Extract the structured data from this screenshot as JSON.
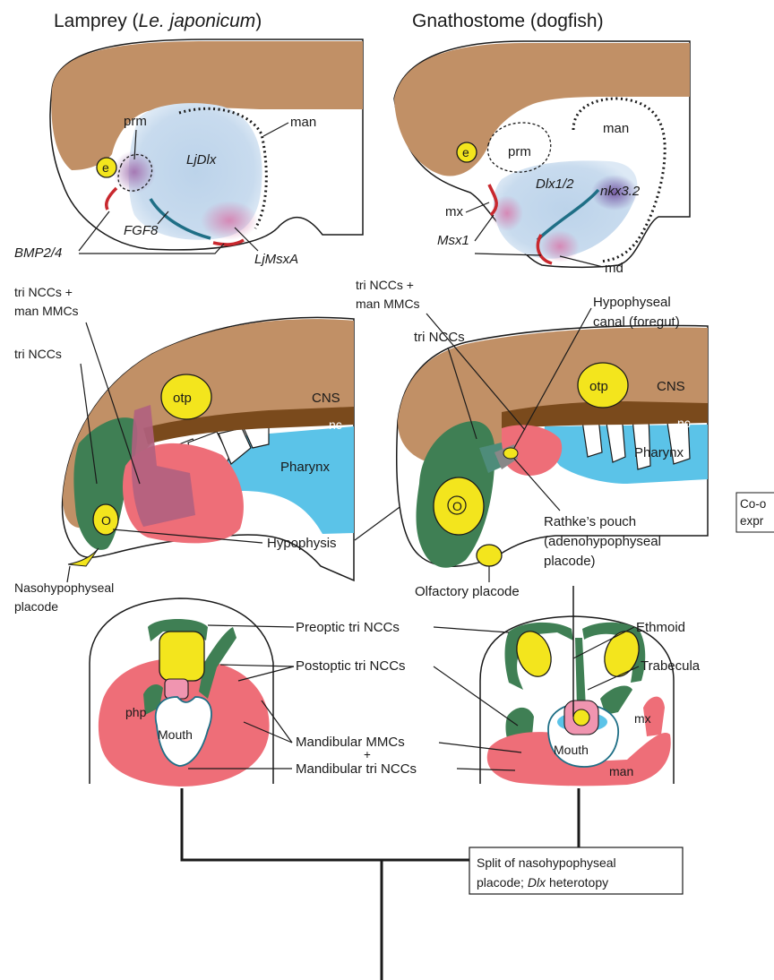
{
  "titles": {
    "left": "Lamprey (Le. japonicum)",
    "left_pre": "Lamprey (",
    "left_species": "Le. japonicum",
    "left_post": ")",
    "right": "Gnathostome (dogfish)"
  },
  "top_left": {
    "prm": "prm",
    "man": "man",
    "e": "e",
    "LjDlx": "LjDlx",
    "FGF8": "FGF8",
    "BMP2_4": "BMP2/4",
    "LjMsxA": "LjMsxA"
  },
  "top_right": {
    "e": "e",
    "prm": "prm",
    "man": "man",
    "nkx": "nkx3.2",
    "Dlx": "Dlx1/2",
    "mx": "mx",
    "Msx1": "Msx1",
    "md": "md"
  },
  "mid_left": {
    "tri_man_1": "tri NCCs +",
    "tri_man_2": "man MMCs",
    "tri": "tri NCCs",
    "otp": "otp",
    "cns": "CNS",
    "nc": "nc",
    "pharynx": "Pharynx",
    "o": "O",
    "hypophysis": "Hypophysis",
    "naso_1": "Nasohypophyseal",
    "naso_2": "placode"
  },
  "mid_right": {
    "tri_man_1": "tri NCCs +",
    "tri_man_2": "man MMCs",
    "hypo_canal_1": "Hypophyseal",
    "hypo_canal_2": "canal (foregut)",
    "tri": "tri NCCs",
    "otp": "otp",
    "cns": "CNS",
    "nc": "nc",
    "pharynx": "Pharynx",
    "o": "O",
    "rathke_1": "Rathke’s pouch",
    "rathke_2": "(adenohypophyseal",
    "rathke_3": "placode)",
    "olfactory": "Olfactory placode"
  },
  "side_box": {
    "line1": "Co-o",
    "line2": "expr"
  },
  "bottom": {
    "preoptic": "Preoptic tri NCCs",
    "postoptic": "Postoptic tri NCCs",
    "mand_mmc": "Mandibular MMCs",
    "plus": "+",
    "mand_tri": "Mandibular tri NCCs",
    "ethmoid": "Ethmoid",
    "trabecula": "Trabecula",
    "php": "php",
    "mouth_left": "Mouth",
    "mouth_right": "Mouth",
    "mx": "mx",
    "man": "man"
  },
  "split_box": {
    "line1": "Split of nasohypophyseal",
    "line2_pre": "placode; ",
    "line2_gene": "Dlx",
    "line2_post": " heterotopy"
  },
  "colors": {
    "tan": "#c19066",
    "blue_light": "#c3d8ec",
    "pharynx_blue": "#5bc3e8",
    "dark_green": "#3f7f54",
    "light_green": "#6ea883",
    "pink": "#ee6e78",
    "purple": "#b585b8",
    "yellow": "#f3e51d",
    "nc_brown": "#7a4a1c",
    "red_line": "#c8282e",
    "teal_line": "#1f6f86",
    "black": "#1a1a1a"
  }
}
